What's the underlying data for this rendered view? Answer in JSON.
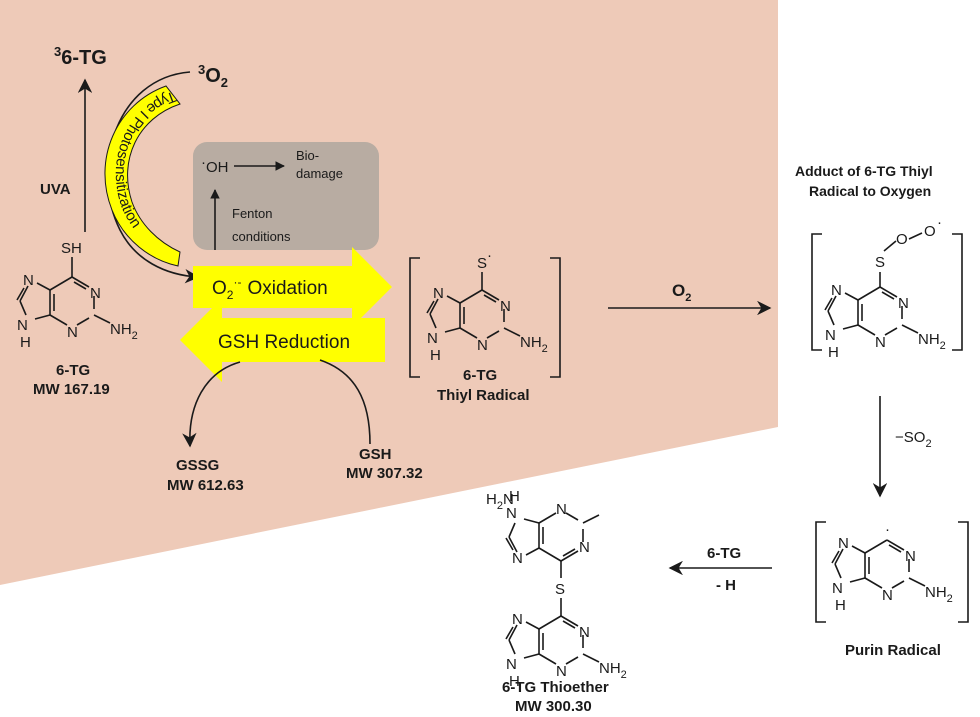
{
  "colors": {
    "background_band": "#eecab8",
    "fenton_box": "#b8aca2",
    "yellow_arrow": "#ffff00",
    "ink": "#1a1a1a"
  },
  "photo": {
    "triplet_tg": "6-TG",
    "triplet_tg_super": "3",
    "oxygen": "O",
    "oxygen_super": "3",
    "oxygen_sub": "2",
    "uva": "UVA",
    "type1": "Type I Photosensitization"
  },
  "fenton": {
    "oh": "OH",
    "oh_dot": "·",
    "biodamage_1": "Bio-",
    "biodamage_2": "damage",
    "conditions_1": "Fenton",
    "conditions_2": "conditions"
  },
  "redox": {
    "oxidation_prefix": "O",
    "oxidation_sub": "2",
    "oxidation_super": "·-",
    "oxidation_text": "Oxidation",
    "reduction_text": "GSH Reduction"
  },
  "tg": {
    "name": "6-TG",
    "mw": "MW 167.19",
    "sh": "SH"
  },
  "gssg": {
    "name": "GSSG",
    "mw": "MW 612.63"
  },
  "gsh": {
    "name": "GSH",
    "mw": "MW 307.32"
  },
  "thiyl": {
    "name": "6-TG",
    "sub": "Thiyl Radical",
    "s": "S",
    "dot": "·"
  },
  "o2_arrow": {
    "prefix": "O",
    "sub": "2"
  },
  "adduct": {
    "line1": "Adduct of 6-TG Thiyl",
    "line2": "Radical to Oxygen",
    "s": "S",
    "o": "O"
  },
  "so2": {
    "prefix": "−SO",
    "sub": "2"
  },
  "purin": {
    "name": "Purin Radical"
  },
  "couple": {
    "line1": "6-TG",
    "line2": "- H"
  },
  "thioether": {
    "name": "6-TG Thioether",
    "mw": "MW 300.30",
    "s": "S"
  },
  "atoms": {
    "N": "N",
    "H": "H",
    "NH": "NH",
    "NH2_N": "NH",
    "NH2_sub": "2",
    "H2N": "H",
    "H2N_sub": "2",
    "H2N_N": "N"
  }
}
